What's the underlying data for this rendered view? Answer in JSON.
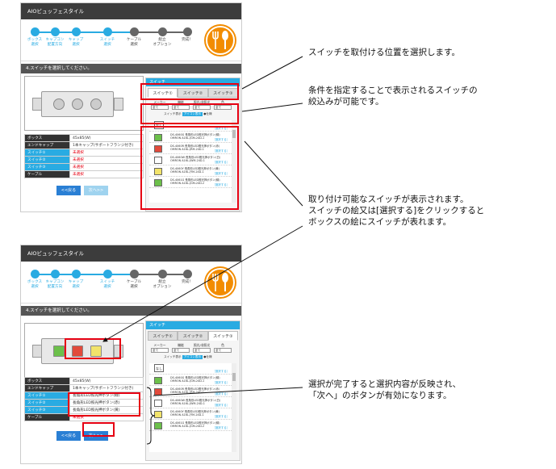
{
  "app_title": "AIOビュッフェスタイル",
  "steps": [
    {
      "label": "ボックス\n選択",
      "state": "done"
    },
    {
      "label": "キャプコン\n配置方向",
      "state": "done"
    },
    {
      "label": "キャップ\n選択",
      "state": "done"
    },
    {
      "label": "スイッチ\n選択",
      "state": "done"
    },
    {
      "label": "ケーブル\n選択",
      "state": "todo"
    },
    {
      "label": "組立\nオプション",
      "state": "todo"
    },
    {
      "label": "完成！",
      "state": "todo"
    }
  ],
  "section_title": "4.スイッチを選択してください。",
  "panel": {
    "header": "スイッチ",
    "tabs": [
      "スイッチ①",
      "スイッチ②",
      "スイッチ③"
    ],
    "filters": [
      "メーカー",
      "機能",
      "照光/非照光",
      "色"
    ],
    "filter_value": "全て",
    "filter_note": "スイッチ表示",
    "filter_pill": "アイコン表示",
    "filter_tail": "●仕様",
    "none_thumb": "なし",
    "select_link": "［選択する］",
    "switches": [
      {
        "desc": "DS-4060G 長角形LED照光押ボタン(緑)\nOMRON A16L-JGM-24D-1",
        "color": "#6cc04a"
      },
      {
        "desc": "DS-4060R 長角形LED照光押ボタン(赤)\nOMRON A16L-JRM-24D-1",
        "color": "#e24a3b"
      },
      {
        "desc": "DS-4060W 長角形LED照光押ボタン(白)\nOMRON A16L-JWM-24D-1",
        "color": "#ffffff"
      },
      {
        "desc": "DS-4060Y 長角形LED照光押ボタン(黄)\nOMRON A16L-JYM-24D-1",
        "color": "#f2e36a"
      },
      {
        "desc": "DS-4061G 長角形LED照光押ボタン(緑)\nOMRON A16L-JGM-24D-2",
        "color": "#6cc04a"
      }
    ]
  },
  "spec_table_1": [
    {
      "key": "ボックス",
      "value": "45x85(W)",
      "kind": "dark",
      "red": false
    },
    {
      "key": "エンドキャップ",
      "value": "1本キャップ(サポートフランジ付き)",
      "kind": "dark",
      "red": false
    },
    {
      "key": "スイッチ①",
      "value": "未選択",
      "kind": "sw",
      "red": true
    },
    {
      "key": "スイッチ②",
      "value": "未選択",
      "kind": "sw",
      "red": true
    },
    {
      "key": "スイッチ③",
      "value": "未選択",
      "kind": "sw",
      "red": true
    },
    {
      "key": "ケーブル",
      "value": "未選択",
      "kind": "dark",
      "red": true
    }
  ],
  "spec_table_2": [
    {
      "key": "ボックス",
      "value": "45x85(W)",
      "kind": "dark",
      "red": false
    },
    {
      "key": "エンドキャップ",
      "value": "1本キャップ(サポートフランジ付き)",
      "kind": "dark",
      "red": false
    },
    {
      "key": "スイッチ①",
      "value": "長角形LED照光押ボタン(緑)",
      "kind": "sw",
      "red": false
    },
    {
      "key": "スイッチ②",
      "value": "長角形LED照光押ボタン(赤)",
      "kind": "sw",
      "red": false
    },
    {
      "key": "スイッチ③",
      "value": "長角形LED照光押ボタン(黄)",
      "kind": "sw",
      "red": false
    },
    {
      "key": "ケーブル",
      "value": "未選択",
      "kind": "dark",
      "red": true
    }
  ],
  "buttons": {
    "prev": "<<戻る",
    "next": "次へ>>"
  },
  "callouts": {
    "c1": "スイッチを取付ける位置を選択します。",
    "c2": "条件を指定することで表示されるスイッチの\n絞込みが可能です。",
    "c3": "取り付け可能なスイッチが表示されます。\nスイッチの絵又は[選択する]をクリックすると\nボックスの絵にスイッチが表れます。",
    "c4": "選択が完了すると選択内容が反映され、\n「次へ」のボタンが有効になります。"
  },
  "colors": {
    "accent": "#29abe2",
    "highlight": "#e60012",
    "header": "#3c3c3c",
    "logo": "#f28c00"
  }
}
